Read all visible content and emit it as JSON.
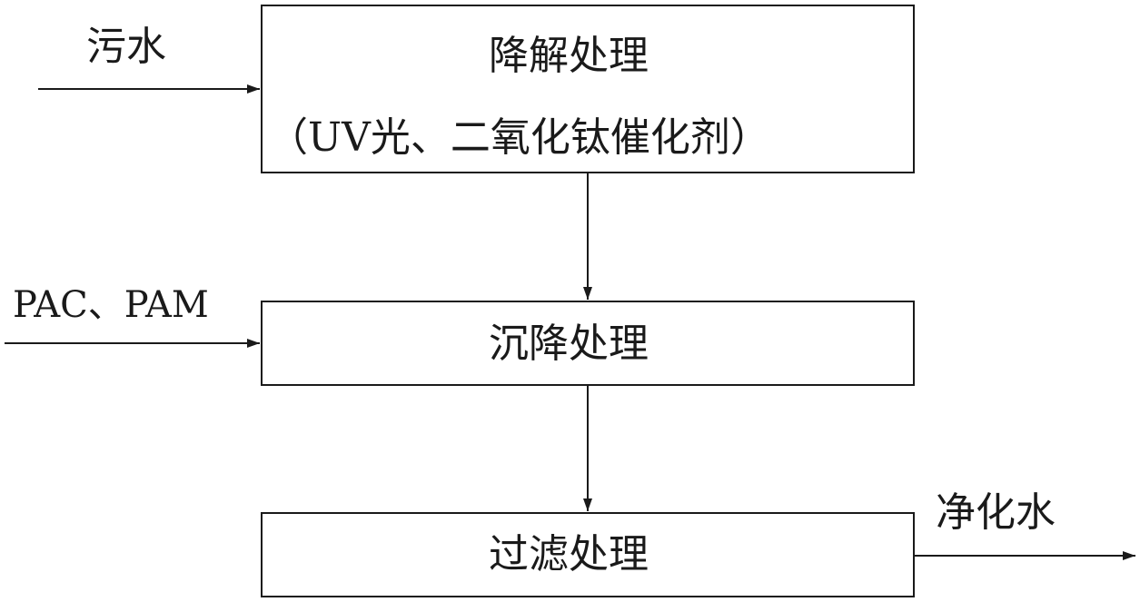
{
  "steps": {
    "degradation": {
      "title": "降解处理",
      "detail": "（UV光、二氧化钛催化剂）"
    },
    "sedimentation": {
      "title": "沉降处理"
    },
    "filtration": {
      "title": "过滤处理"
    }
  },
  "inputs": {
    "wastewater": "污水",
    "flocculants": "PAC、PAM"
  },
  "output": {
    "purified_water": "净化水"
  },
  "colors": {
    "line": "#1a1a1a",
    "background": "#ffffff"
  }
}
